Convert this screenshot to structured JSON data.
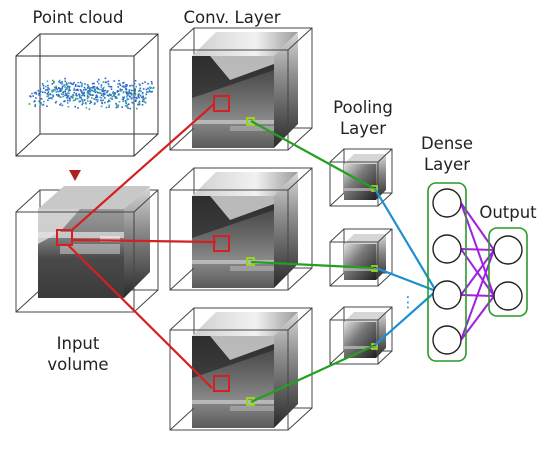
{
  "labels": {
    "point_cloud": "Point cloud",
    "conv_layer": "Conv. Layer",
    "pooling_line1": "Pooling",
    "pooling_line2": "Layer",
    "dense_line1": "Dense",
    "dense_line2": "Layer",
    "output": "Output",
    "input_line1": "Input",
    "input_line2": "volume",
    "ellipsis": "⋮"
  },
  "colors": {
    "input_link": "#d42020",
    "conv_to_pool": "#22a020",
    "pool_to_dense": "#1e90d0",
    "dense_to_output": "#a020e0",
    "group_box": "#2a9a2a",
    "marker": "#9bd21a",
    "arrow": "#b02020",
    "point_cloud_dots": "#2f64c8"
  },
  "structure": {
    "conv_feature_maps": 3,
    "pooling_maps": 3,
    "dense_neurons": 4,
    "output_neurons": 2
  }
}
